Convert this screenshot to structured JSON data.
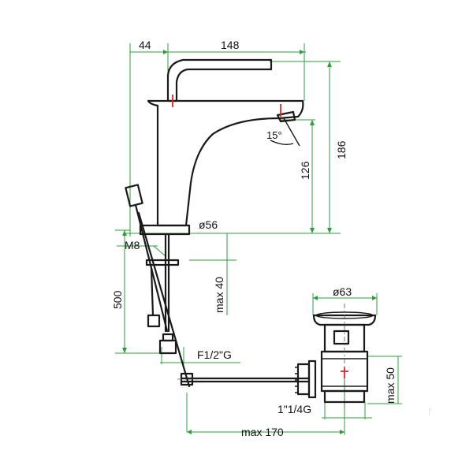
{
  "dimensions": {
    "top_left": "44",
    "top_width": "148",
    "total_height": "186",
    "spout_height": "126",
    "body_diameter": "ø56",
    "thread": "M8",
    "hose_length": "500",
    "max_deck": "max 40",
    "connection": "F1/2\"G",
    "waste_diameter": "ø63",
    "waste_max": "max 50",
    "waste_thread": "1\"1/4G",
    "rod_max": "max 170",
    "tilt_angle": "15°"
  },
  "watermark": "f"
}
